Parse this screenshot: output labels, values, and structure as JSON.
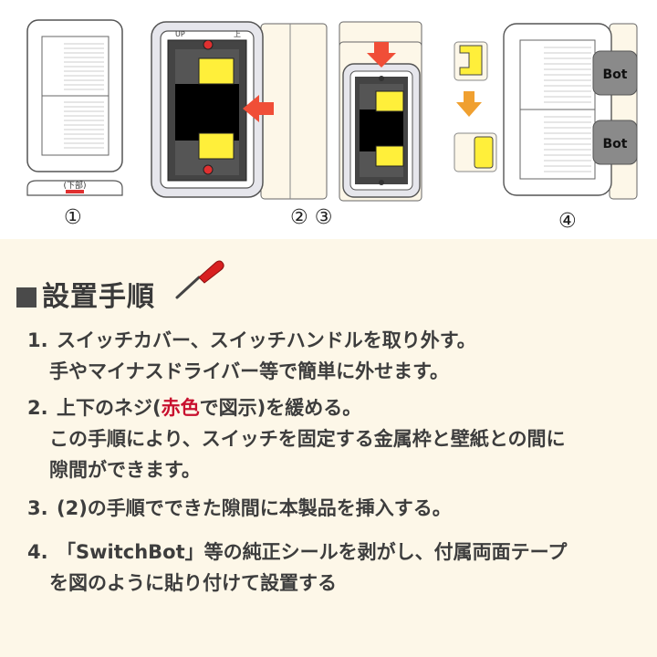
{
  "diagram": {
    "label_bottom_part": "(下部)",
    "label_up_1": "UP",
    "label_up_2": "上",
    "bot_label": "Bot",
    "circle_1": "①",
    "circle_23": "② ③",
    "circle_4": "④"
  },
  "section": {
    "title": "設置手順"
  },
  "steps": [
    {
      "num": "1.",
      "line1": "スイッチカバー、スイッチハンドルを取り外す。",
      "line2": "手やマイナスドライバー等で簡単に外せます。"
    },
    {
      "num": "2.",
      "pre": "上下のネジ(",
      "highlight": "赤色",
      "post": "で図示)を緩める。",
      "line2": "この手順により、スイッチを固定する金属枠と壁紙との間に",
      "line3": "隙間ができます。"
    },
    {
      "num": "3.",
      "line1": "(2)の手順でできた隙間に本製品を挿入する。"
    },
    {
      "num": "4.",
      "line1": "「SwitchBot」等の純正シールを剥がし、付属両面テープ",
      "line2": "を図のように貼り付けて設置する"
    }
  ],
  "colors": {
    "accent_red": "#c8102e",
    "arrow_red": "#f04e37",
    "arrow_orange": "#f0a030",
    "tape_yellow": "#ffef3a",
    "bg_cream": "#fdf7e8"
  }
}
